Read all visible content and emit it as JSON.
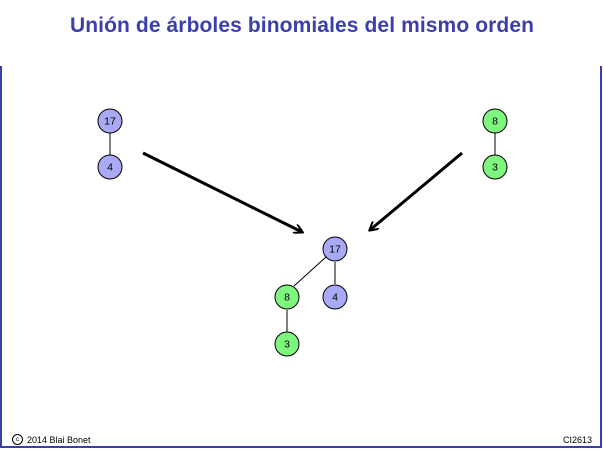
{
  "title": "Unión de árboles binomiales del mismo orden",
  "footer": {
    "copyright_symbol": "c",
    "author": "2014 Blai Bonet",
    "course": "CI2613"
  },
  "colors": {
    "accent": "#3b3fae",
    "node_blue": "#a9a9f5",
    "node_green": "#7ef57e",
    "stroke": "#000000"
  },
  "trees": [
    {
      "id": "left",
      "nodes": [
        {
          "label": "17",
          "color": "blue"
        },
        {
          "label": "4",
          "color": "blue"
        }
      ]
    },
    {
      "id": "right",
      "nodes": [
        {
          "label": "8",
          "color": "green"
        },
        {
          "label": "3",
          "color": "green"
        }
      ]
    },
    {
      "id": "result",
      "nodes": [
        {
          "label": "17",
          "color": "blue"
        },
        {
          "label": "8",
          "color": "green"
        },
        {
          "label": "4",
          "color": "blue"
        },
        {
          "label": "3",
          "color": "green"
        }
      ]
    }
  ]
}
